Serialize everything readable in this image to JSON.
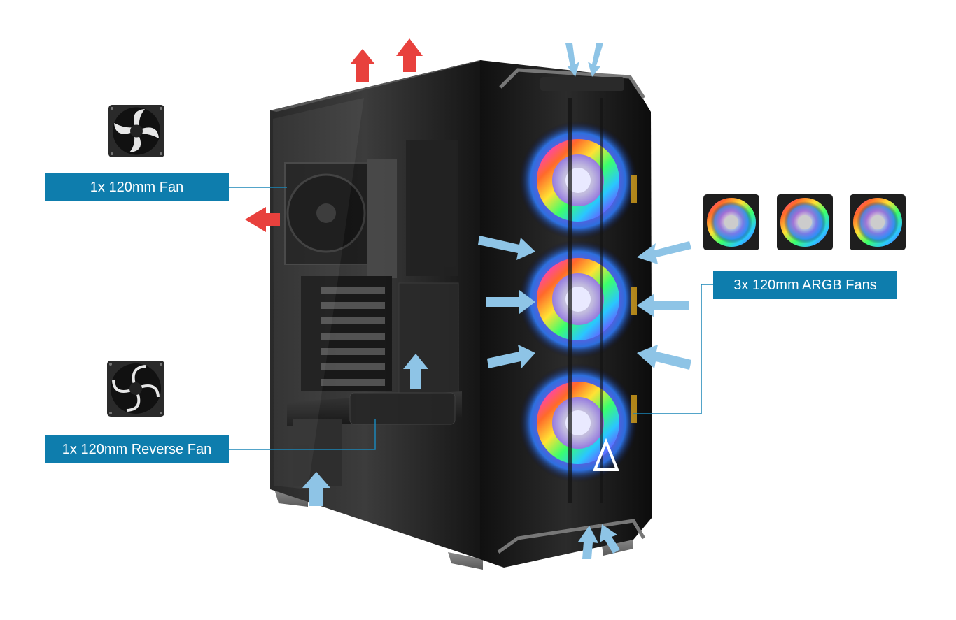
{
  "labels": {
    "rear_fan": "1x 120mm Fan",
    "reverse_fan": "1x 120mm Reverse Fan",
    "argb_fans": "3x 120mm ARGB Fans"
  },
  "colors": {
    "label_background": "#0e7dad",
    "leader_line": "#1a86b7",
    "exhaust_arrow": "#e8413d",
    "intake_arrow": "#8ec4e6",
    "case_body": "#1a1a1a",
    "background": "#ffffff"
  },
  "icons": [
    "fan-icon",
    "argb-fan-icon",
    "exhaust-arrow-icon",
    "intake-arrow-icon",
    "brand-logo-icon"
  ]
}
